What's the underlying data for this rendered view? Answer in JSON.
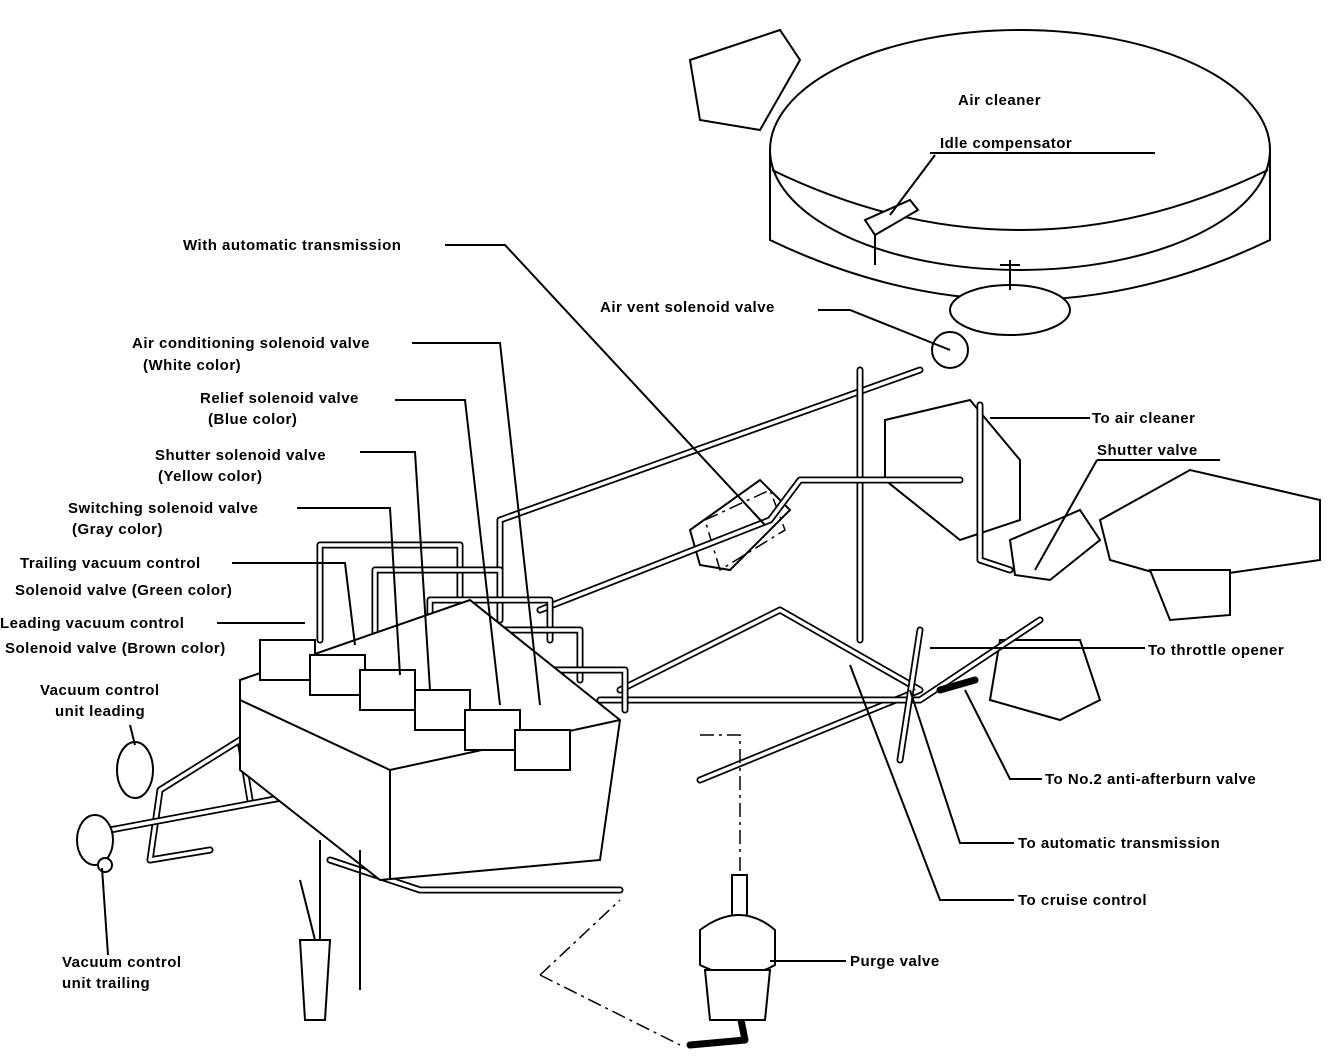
{
  "labels": {
    "air_cleaner": "Air cleaner",
    "idle_compensator": "Idle compensator",
    "with_at": "With automatic transmission",
    "air_vent": "Air vent solenoid valve",
    "ac_valve_1": "Air conditioning solenoid valve",
    "ac_valve_2": "(White color)",
    "relief_1": "Relief solenoid valve",
    "relief_2": "(Blue color)",
    "shutter_sol_1": "Shutter solenoid valve",
    "shutter_sol_2": "(Yellow color)",
    "switching_1": "Switching solenoid valve",
    "switching_2": "(Gray color)",
    "trailing_1": "Trailing vacuum control",
    "trailing_2": "Solenoid valve (Green color)",
    "leading_1": "Leading vacuum control",
    "leading_2": "Solenoid valve (Brown color)",
    "vcu_leading_1": "Vacuum control",
    "vcu_leading_2": "unit leading",
    "vcu_trailing_1": "Vacuum control",
    "vcu_trailing_2": "unit trailing",
    "to_air_cleaner": "To air cleaner",
    "shutter_valve": "Shutter valve",
    "to_throttle": "To throttle opener",
    "to_antiafterburn": "To No.2 anti-afterburn valve",
    "to_at": "To automatic transmission",
    "to_cruise": "To cruise control",
    "purge_valve": "Purge valve"
  }
}
